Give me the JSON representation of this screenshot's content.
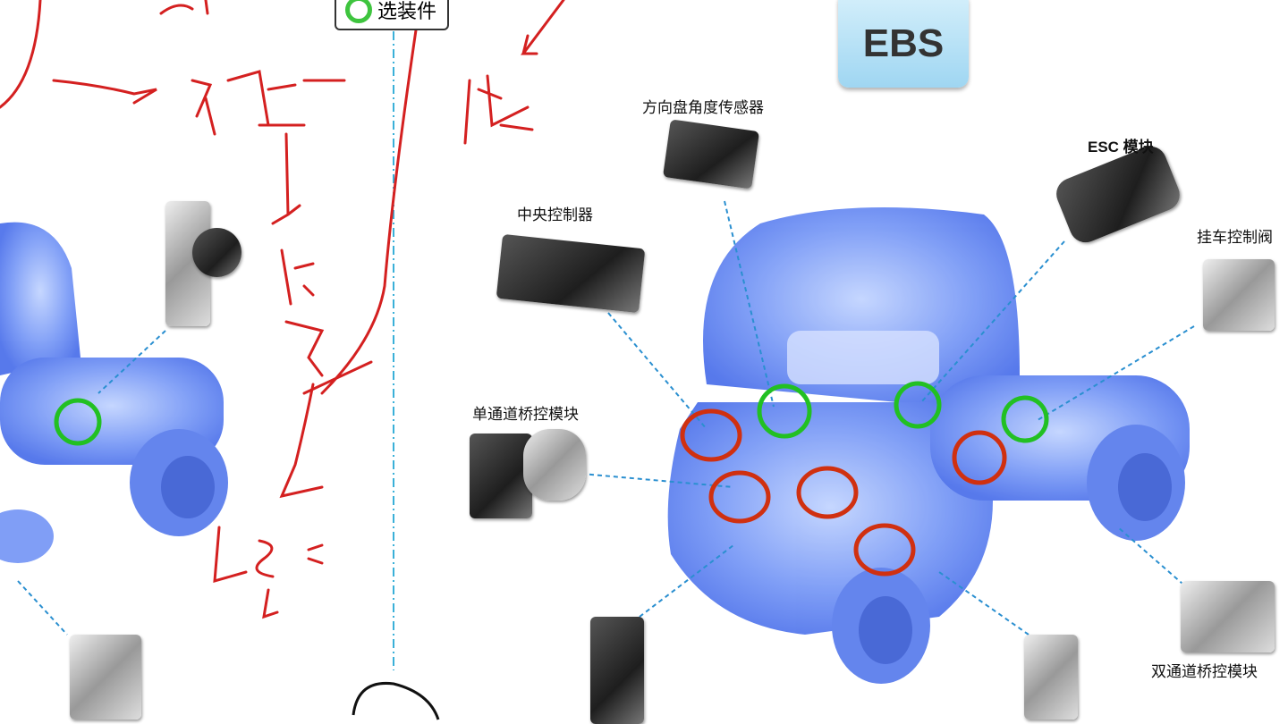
{
  "optional_box": {
    "label": "选装件"
  },
  "system_badge": {
    "label": "EBS"
  },
  "components": {
    "steering_sensor": "方向盘角度传感器",
    "esc_module": "ESC 模块",
    "central_controller": "中央控制器",
    "trailer_valve": "挂车控制阀",
    "single_channel": "单通道桥控模块",
    "dual_channel": "双通道桥控模块"
  },
  "colors": {
    "truck": "#3d6df0",
    "leader": "#2a8fd0",
    "ink": "#d42020",
    "green_mark": "#22c022",
    "red_mark": "#d03010"
  }
}
